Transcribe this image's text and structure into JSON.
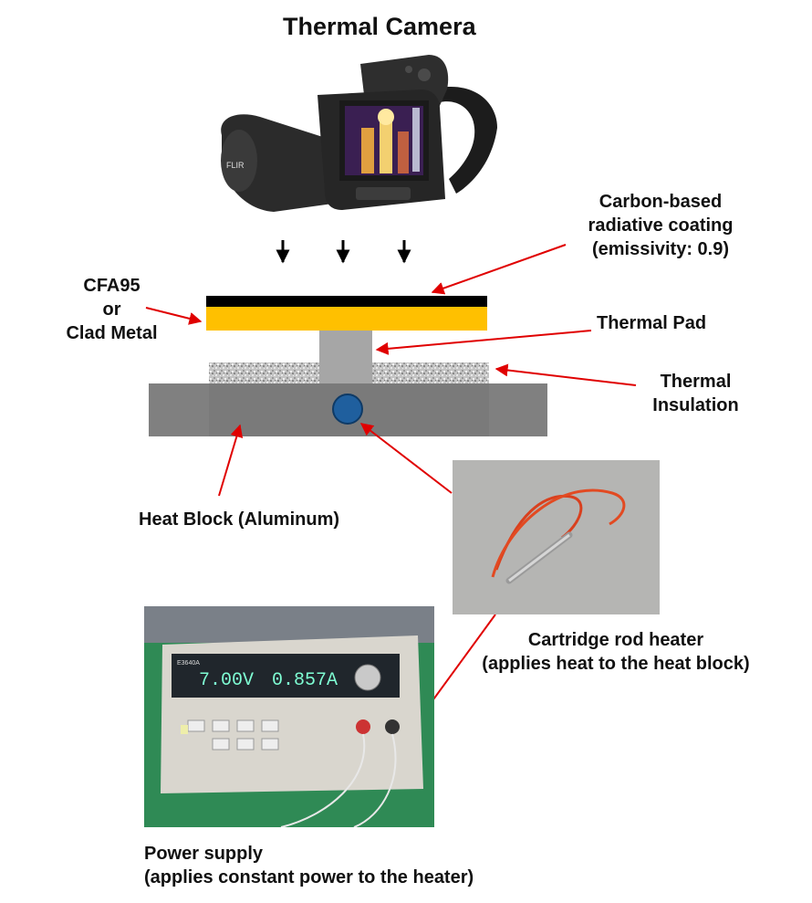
{
  "title": "Thermal Camera",
  "labels": {
    "coating_line1": "Carbon-based",
    "coating_line2": "radiative coating",
    "coating_line3": "(emissivity: 0.9)",
    "sample_line1": "CFA95",
    "sample_line2": "or",
    "sample_line3": "Clad Metal",
    "thermal_pad": "Thermal Pad",
    "insulation_line1": "Thermal",
    "insulation_line2": "Insulation",
    "heat_block": "Heat Block (Aluminum)",
    "heater_line1": "Cartridge rod heater",
    "heater_line2": "(applies heat to the heat block)",
    "power_line1": "Power supply",
    "power_line2": "(applies constant power to the heater)"
  },
  "camera": {
    "brand": "FLIR"
  },
  "power_supply_display": {
    "voltage": "7.00V",
    "current": "0.857A",
    "model": "E3640A"
  },
  "colors": {
    "coating": "#000000",
    "sample": "#ffc000",
    "thermal_pad": "#a6a6a6",
    "insulation": "#c8c8c8",
    "heat_block": "#808080",
    "heater_dot": "#1f5f9e",
    "arrow": "#e00000"
  }
}
